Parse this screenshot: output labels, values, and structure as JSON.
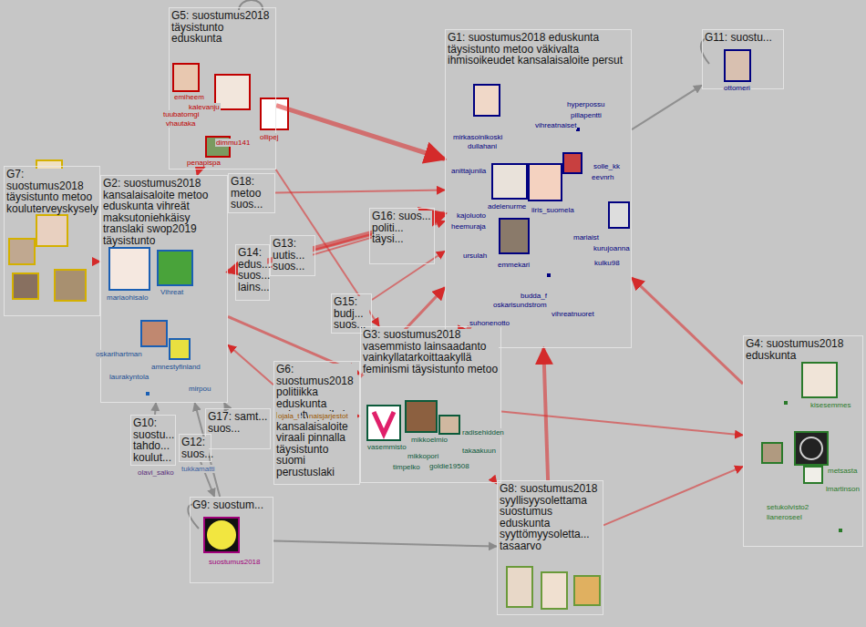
{
  "diagram": {
    "nodes": [
      {
        "text": [
          "G5: suostumus2018 täysistunto eduskunta"
        ]
      },
      {
        "text": [
          "G1: suostumus2018 eduskunta täysistunto metoo väkivalta ihmisoikeudet kansalaisaloite persut"
        ]
      },
      {
        "text": [
          "G11: suostu..."
        ]
      },
      {
        "text": [
          "G7: suostumus2018 täysistunto metoo kouluterveyskysely"
        ]
      },
      {
        "text": [
          "G2: suostumus2018 kansalaisaloite metoo eduskunta vihreät maksutoniehkäisy translaki swop2019 täysistunto"
        ]
      },
      {
        "text": [
          "G18: metoo suos..."
        ]
      },
      {
        "text": [
          "G16: suos... politi... täysi..."
        ]
      },
      {
        "text": [
          "G13: uutis... suos..."
        ]
      },
      {
        "text": [
          "G14: edus... suos... lains..."
        ]
      },
      {
        "text": [
          "G15: budj... suos..."
        ]
      },
      {
        "text": [
          "G3: suostumus2018 vasemmisto lainsaadanto vainkyllatarkoittaakyllä feminismi täysistunto metoo"
        ]
      },
      {
        "text": [
          "G4: suostumus2018 eduskunta"
        ]
      },
      {
        "text": [
          "G6: suostumus2018 politiikka eduskunta naisetvapaiksi kansalaisaloite viraali pinnalla täysistunto suomi perustuslaki"
        ]
      },
      {
        "text": [
          "G17: samt... suos..."
        ]
      },
      {
        "text": [
          "G10: suostu... tahdo... koulut..."
        ]
      },
      {
        "text": [
          "G12: suos..."
        ]
      },
      {
        "text": [
          "G8: suostumus2018 syyllisyysolettama suostumus eduskunta syyttömyysoletta... tasaarvo"
        ]
      },
      {
        "text": [
          "G9: suostum..."
        ]
      }
    ],
    "edges": [
      {
        "from": 4,
        "to": 1,
        "arrow": "both"
      },
      {
        "from": 0,
        "to": 1,
        "arrow": "to"
      },
      {
        "from": 0,
        "to": 4,
        "arrow": "to"
      },
      {
        "from": 10,
        "to": 1,
        "arrow": "to"
      },
      {
        "from": 16,
        "to": 1,
        "arrow": "to"
      },
      {
        "from": 11,
        "to": 1,
        "arrow": "to"
      },
      {
        "from": 10,
        "to": 11,
        "arrow": "to"
      },
      {
        "from": 16,
        "to": 11,
        "arrow": "to"
      },
      {
        "from": 1,
        "to": 2,
        "arrow": "to"
      },
      {
        "from": 3,
        "to": 4,
        "arrow": "to"
      },
      {
        "from": 4,
        "to": 10,
        "arrow": "to"
      },
      {
        "from": 12,
        "to": 1,
        "arrow": "to"
      },
      {
        "from": 17,
        "to": 4,
        "arrow": "to"
      },
      {
        "from": 17,
        "to": 16,
        "arrow": "to"
      },
      {
        "from": 7,
        "to": 1,
        "arrow": "to"
      },
      {
        "from": 8,
        "to": 1,
        "arrow": "to"
      },
      {
        "from": 6,
        "to": 1,
        "arrow": "to"
      },
      {
        "from": 9,
        "to": 1,
        "arrow": "to"
      },
      {
        "from": 5,
        "to": 1,
        "arrow": "to"
      },
      {
        "from": 14,
        "to": 4,
        "arrow": "to"
      },
      {
        "from": 13,
        "to": 4,
        "arrow": "to"
      },
      {
        "from": 10,
        "to": 16,
        "arrow": "to"
      },
      {
        "from": 12,
        "to": 10,
        "arrow": "to"
      },
      {
        "from": 15,
        "to": 17,
        "arrow": "to"
      },
      {
        "from": 0,
        "to": 10,
        "arrow": "to"
      },
      {
        "from": 12,
        "to": 4,
        "arrow": "to"
      }
    ],
    "labels": [
      "emiheem",
      "kalevanju",
      "tuubatomgi",
      "vhautaka",
      "dimmu141",
      "ollipej",
      "penapispa",
      "mirkasoinikoski",
      "dullahani",
      "vihreatnaiset",
      "hyperpossu",
      "pillapentti",
      "anittajunila",
      "solle_kk",
      "eevnrh",
      "adelenurme",
      "iiris_suomela",
      "kajoluoto",
      "heemuraja",
      "ursulah",
      "emmekari",
      "mariaist",
      "kurujoanna",
      "kulku98",
      "budda_f",
      "oskarisundstrom",
      "vihreatnuoret",
      "suhonenotto",
      "ottomeri",
      "mariaohisalo",
      "Vihreat",
      "oskarihartman",
      "amnestyfinland",
      "laurakyntola",
      "mirpou",
      "vasemmisto",
      "mikkoelmio",
      "mikkopori",
      "goldie19508",
      "takaakuun",
      "radisehidden",
      "timpelko",
      "kisesemmes",
      "metsasta",
      "lmartinson",
      "setukolvisto2",
      "lianeroseel",
      "ojala_t",
      "naisjarjestot",
      "suostumus2018",
      "olavi_salko",
      "tukkamatti"
    ]
  }
}
